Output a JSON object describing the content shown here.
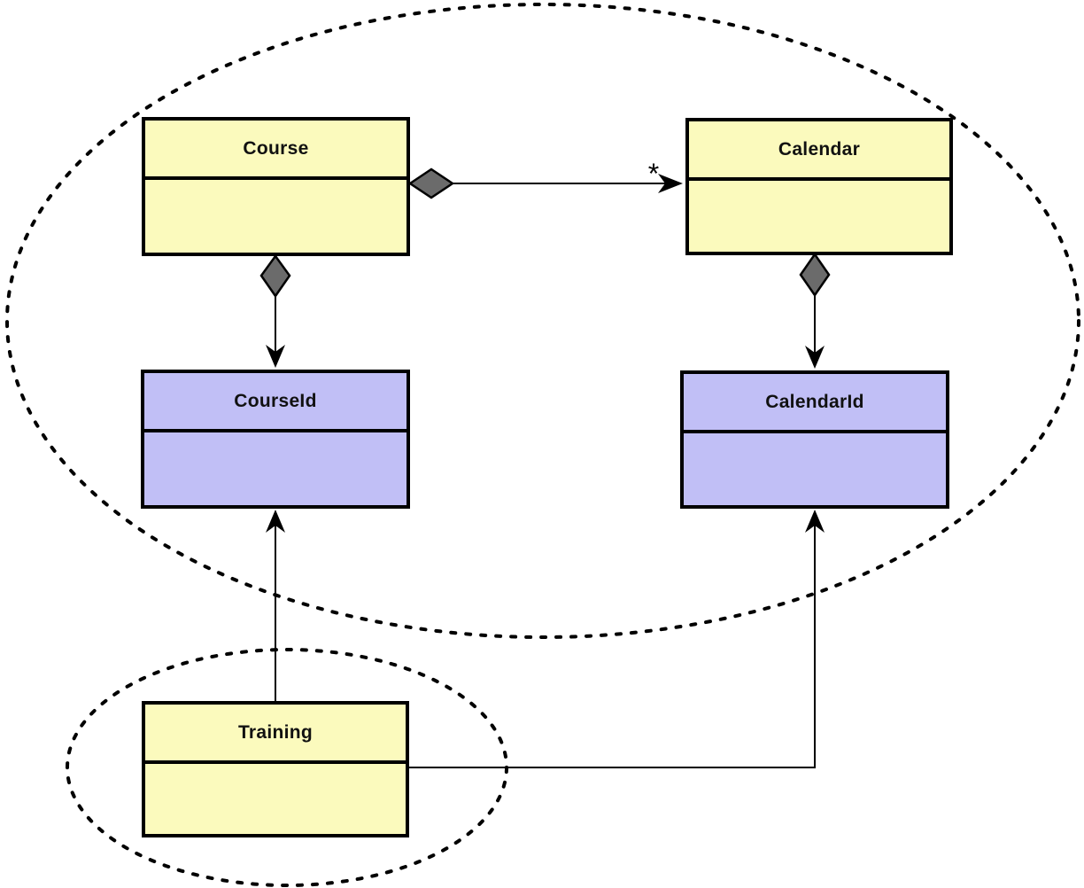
{
  "diagram": {
    "type": "uml-class-diagram",
    "nodes": {
      "course": {
        "label": "Course",
        "fill": "#FBFABD",
        "compartments": 2
      },
      "calendar": {
        "label": "Calendar",
        "fill": "#FBFABD",
        "compartments": 2
      },
      "course_id": {
        "label": "CourseId",
        "fill": "#C1BFF6",
        "compartments": 2
      },
      "calendar_id": {
        "label": "CalendarId",
        "fill": "#C1BFF6",
        "compartments": 2
      },
      "training": {
        "label": "Training",
        "fill": "#FBFABD",
        "compartments": 2
      }
    },
    "edges": [
      {
        "from": "Course",
        "to": "Calendar",
        "kind": "aggregation-arrow",
        "multiplicity": "*"
      },
      {
        "from": "Course",
        "to": "CourseId",
        "kind": "aggregation-arrow",
        "multiplicity": ""
      },
      {
        "from": "Calendar",
        "to": "CalendarId",
        "kind": "aggregation-arrow",
        "multiplicity": ""
      },
      {
        "from": "Training",
        "to": "CourseId",
        "kind": "arrow",
        "multiplicity": ""
      },
      {
        "from": "Training",
        "to": "CalendarId",
        "kind": "arrow",
        "multiplicity": ""
      }
    ],
    "boundaries": [
      {
        "name": "outer-context",
        "style": "dotted-ellipse",
        "contains": [
          "Course",
          "Calendar",
          "CourseId",
          "CalendarId"
        ]
      },
      {
        "name": "inner-context",
        "style": "dotted-ellipse",
        "contains": [
          "Training"
        ]
      }
    ],
    "colors": {
      "class_fill_yellow": "#FBFABD",
      "class_fill_purple": "#C1BFF6",
      "border": "#000000",
      "diamond_fill": "#6B6B6B",
      "line": "#000000",
      "background": "#FFFFFF"
    }
  }
}
